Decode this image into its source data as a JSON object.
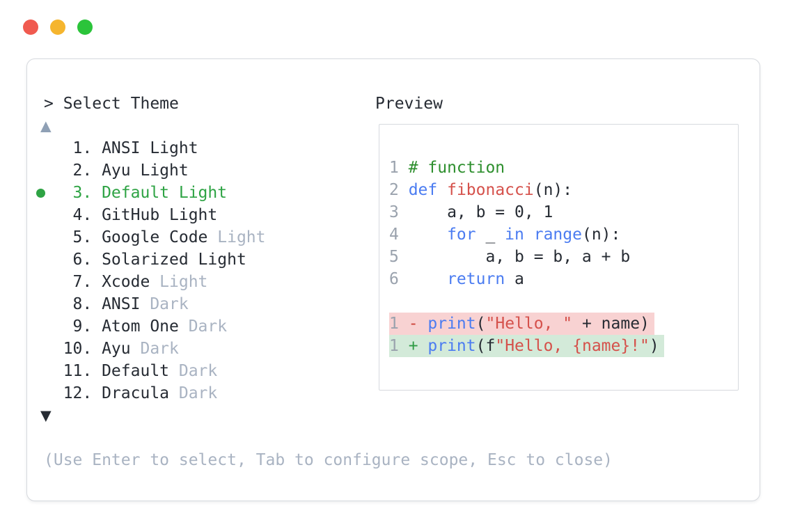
{
  "window": {
    "prompt": "> Select Theme",
    "hint": "(Use Enter to select, Tab to configure scope, Esc to close)"
  },
  "theme_list": {
    "up_arrow": "▲",
    "down_arrow": "▼",
    "selected_index": 3,
    "items": [
      {
        "num": "1.",
        "name": "ANSI Light",
        "dim": ""
      },
      {
        "num": "2.",
        "name": "Ayu Light",
        "dim": ""
      },
      {
        "num": "3.",
        "name": "Default Light",
        "dim": ""
      },
      {
        "num": "4.",
        "name": "GitHub Light",
        "dim": ""
      },
      {
        "num": "5.",
        "name": "Google Code",
        "dim": "Light"
      },
      {
        "num": "6.",
        "name": "Solarized Light",
        "dim": ""
      },
      {
        "num": "7.",
        "name": "Xcode",
        "dim": "Light"
      },
      {
        "num": "8.",
        "name": "ANSI",
        "dim": "Dark"
      },
      {
        "num": "9.",
        "name": "Atom One",
        "dim": "Dark"
      },
      {
        "num": "10.",
        "name": "Ayu",
        "dim": "Dark"
      },
      {
        "num": "11.",
        "name": "Default",
        "dim": "Dark"
      },
      {
        "num": "12.",
        "name": "Dracula",
        "dim": "Dark"
      }
    ]
  },
  "preview": {
    "label": "Preview",
    "code": [
      {
        "ln": "1",
        "t0": "# function"
      },
      {
        "ln": "2",
        "t0": "def",
        "t1": " ",
        "t2": "fibonacci",
        "t3": "(n):"
      },
      {
        "ln": "3",
        "t0": "    a, b = 0, 1"
      },
      {
        "ln": "4",
        "t0": "    ",
        "t1": "for",
        "t2": " _ ",
        "t3": "in",
        "t4": " ",
        "t5": "range",
        "t6": "(n):"
      },
      {
        "ln": "5",
        "t0": "        a, b = b, a + b"
      },
      {
        "ln": "6",
        "t0": "    ",
        "t1": "return",
        "t2": " a"
      },
      {
        "ln": "1",
        "t0": "- ",
        "t1": "print",
        "t2": "(",
        "t3": "\"Hello, \"",
        "t4": " + name)"
      },
      {
        "ln": "1",
        "t0": "+ ",
        "t1": "print",
        "t2": "(f",
        "t3": "\"Hello, {name}!\"",
        "t4": ")"
      }
    ]
  },
  "colors": {
    "ink": "#262b33",
    "muted": "#a9b3c2",
    "accent": "#2ea344",
    "kw-blue": "#4b7cf1",
    "fn-red": "#d5514b",
    "str-red": "#d5514b",
    "comment-green": "#2e8f2e",
    "add-green": "#2e9b44",
    "del-red": "#cc4137",
    "line-no": "#9aa2ad",
    "add-bg": "#d3ead9",
    "del-bg": "#f8d2d2",
    "border": "#d6d9de",
    "arrow-up": "#8fa0b5",
    "tl-red": "#f05a4f",
    "tl-yellow": "#f5b52e",
    "tl-green": "#2bc43a"
  }
}
